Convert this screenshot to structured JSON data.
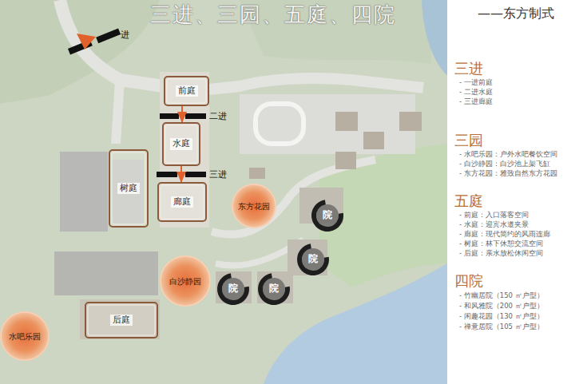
{
  "diagram": {
    "title": "三进、三园、五庭、四院",
    "nodes": [
      {
        "text": [
          "前庭"
        ]
      },
      {
        "text": [
          "水庭"
        ]
      },
      {
        "text": [
          "树庭"
        ]
      },
      {
        "text": [
          "廊庭"
        ]
      },
      {
        "text": [
          "东方花园"
        ]
      },
      {
        "text": [
          "院"
        ]
      },
      {
        "text": [
          "院"
        ]
      },
      {
        "text": [
          "白沙静园"
        ]
      },
      {
        "text": [
          "院"
        ]
      },
      {
        "text": [
          "院"
        ]
      },
      {
        "text": [
          "后庭"
        ]
      },
      {
        "text": [
          "水吧乐园"
        ]
      }
    ],
    "edges": [
      {
        "from": 0,
        "to": 1,
        "arrow": "to"
      },
      {
        "from": 1,
        "to": 3,
        "arrow": "to"
      }
    ],
    "labels": [
      "——东方制式",
      "一进",
      "二进",
      "三进",
      "三进",
      "- 一进前庭",
      "- 二进水庭",
      "- 三进廊庭",
      "三园",
      "- 水吧乐园：户外水吧餐饮空间",
      "- 白沙静园：白沙池上架飞缸",
      "- 东方花园：雅致自然东方花园",
      "五庭",
      "- 前庭：入口落客空间",
      "- 水庭：迎宾水道夹景",
      "- 廊庭：现代简约的风雨连廊",
      "- 树庭：林下休憩交流空间",
      "- 后庭：亲水放松休闲空间",
      "四院",
      "- 竹幽居院（150 ㎡户型）",
      "- 和风雅院（200 ㎡户型）",
      "- 闲趣花园（130 ㎡户型）",
      "- 禅意居院（105 ㎡户型）"
    ]
  }
}
